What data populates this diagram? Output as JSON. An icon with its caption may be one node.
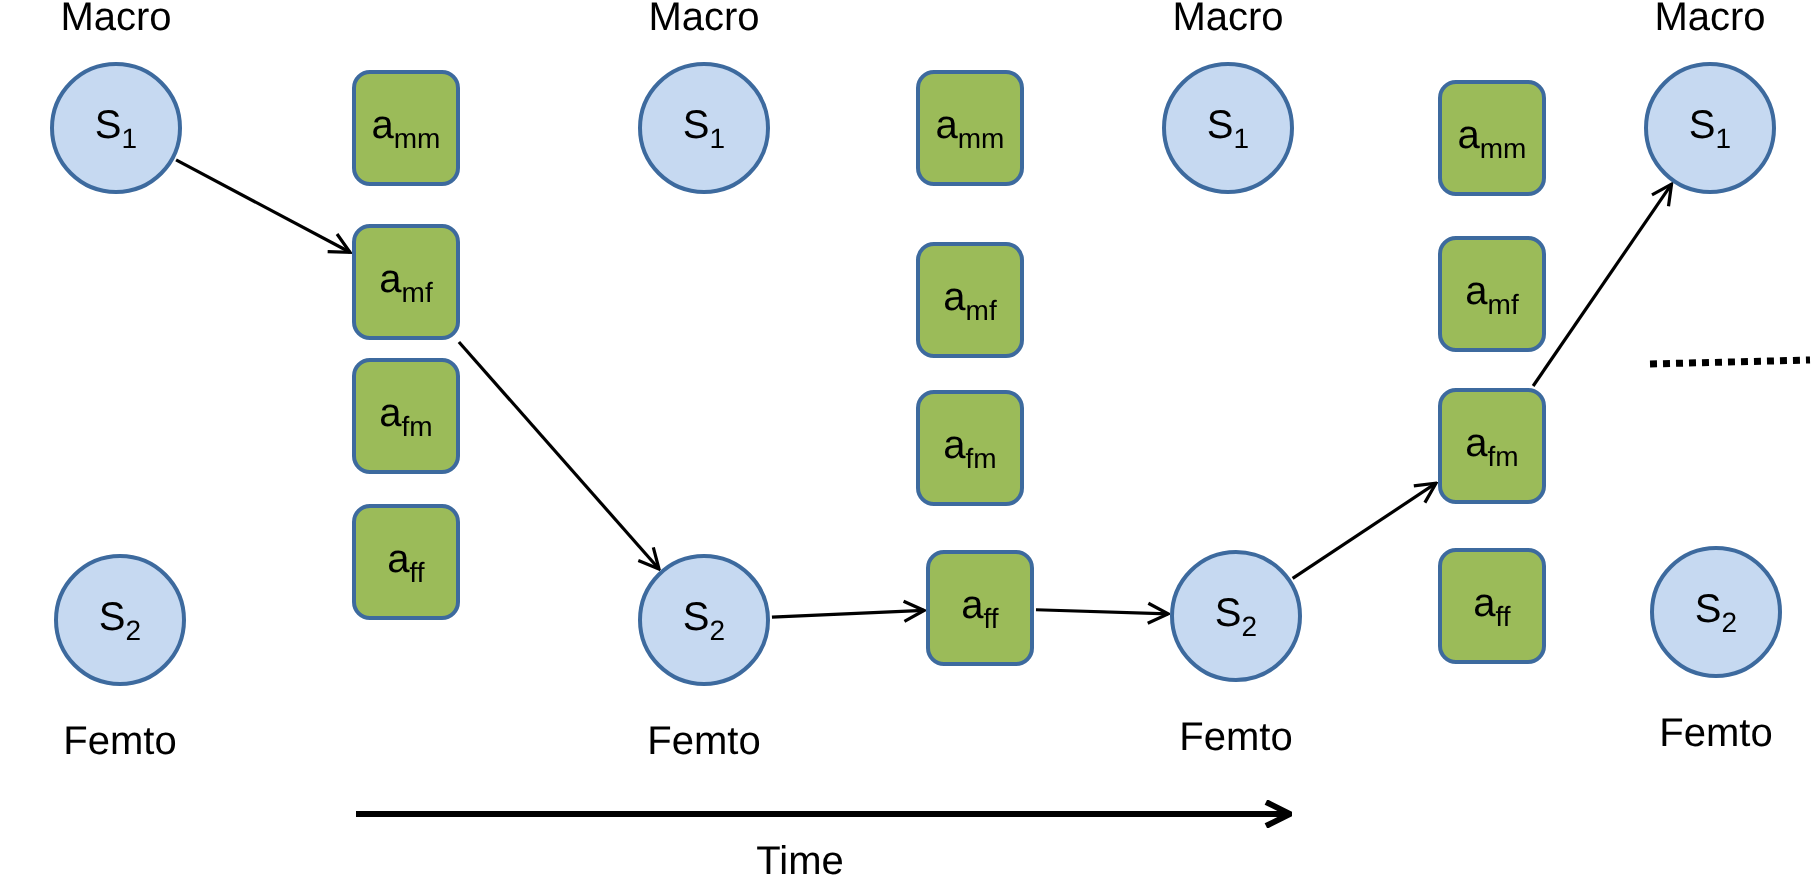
{
  "diagram": {
    "nodes": [
      {
        "text": [
          "S$_{1}$"
        ],
        "beside": [
          "Macro"
        ]
      },
      {
        "text": [
          "S$_{2}$"
        ],
        "beside": [
          "Femto"
        ]
      },
      {
        "text": [
          "a$_{mm}$"
        ]
      },
      {
        "text": [
          "a$_{mf}$"
        ]
      },
      {
        "text": [
          "a$_{fm}$"
        ]
      },
      {
        "text": [
          "a$_{ff}$"
        ]
      },
      {
        "text": [
          "S$_{1}$"
        ],
        "beside": [
          "Macro"
        ]
      },
      {
        "text": [
          "S$_{2}$"
        ],
        "beside": [
          "Femto"
        ]
      },
      {
        "text": [
          "a$_{mm}$"
        ]
      },
      {
        "text": [
          "a$_{mf}$"
        ]
      },
      {
        "text": [
          "a$_{fm}$"
        ]
      },
      {
        "text": [
          "a$_{ff}$"
        ]
      },
      {
        "text": [
          "S$_{1}$"
        ],
        "beside": [
          "Macro"
        ]
      },
      {
        "text": [
          "S$_{2}$"
        ],
        "beside": [
          "Femto"
        ]
      },
      {
        "text": [
          "a$_{mm}$"
        ]
      },
      {
        "text": [
          "a$_{mf}$"
        ]
      },
      {
        "text": [
          "a$_{fm}$"
        ]
      },
      {
        "text": [
          "a$_{ff}$"
        ]
      },
      {
        "text": [
          "S$_{1}$"
        ],
        "beside": [
          "Macro"
        ]
      },
      {
        "text": [
          "S$_{2}$"
        ],
        "beside": [
          "Femto"
        ]
      }
    ],
    "edges": [
      {
        "from": 0,
        "to": 3,
        "arrow": "to"
      },
      {
        "from": 3,
        "to": 7,
        "arrow": "to"
      },
      {
        "from": 7,
        "to": 11,
        "arrow": "to"
      },
      {
        "from": 11,
        "to": 13,
        "arrow": "to"
      },
      {
        "from": 13,
        "to": 16,
        "arrow": "to"
      },
      {
        "from": 16,
        "to": 18,
        "arrow": "to"
      }
    ],
    "labels": [
      "Time"
    ]
  }
}
